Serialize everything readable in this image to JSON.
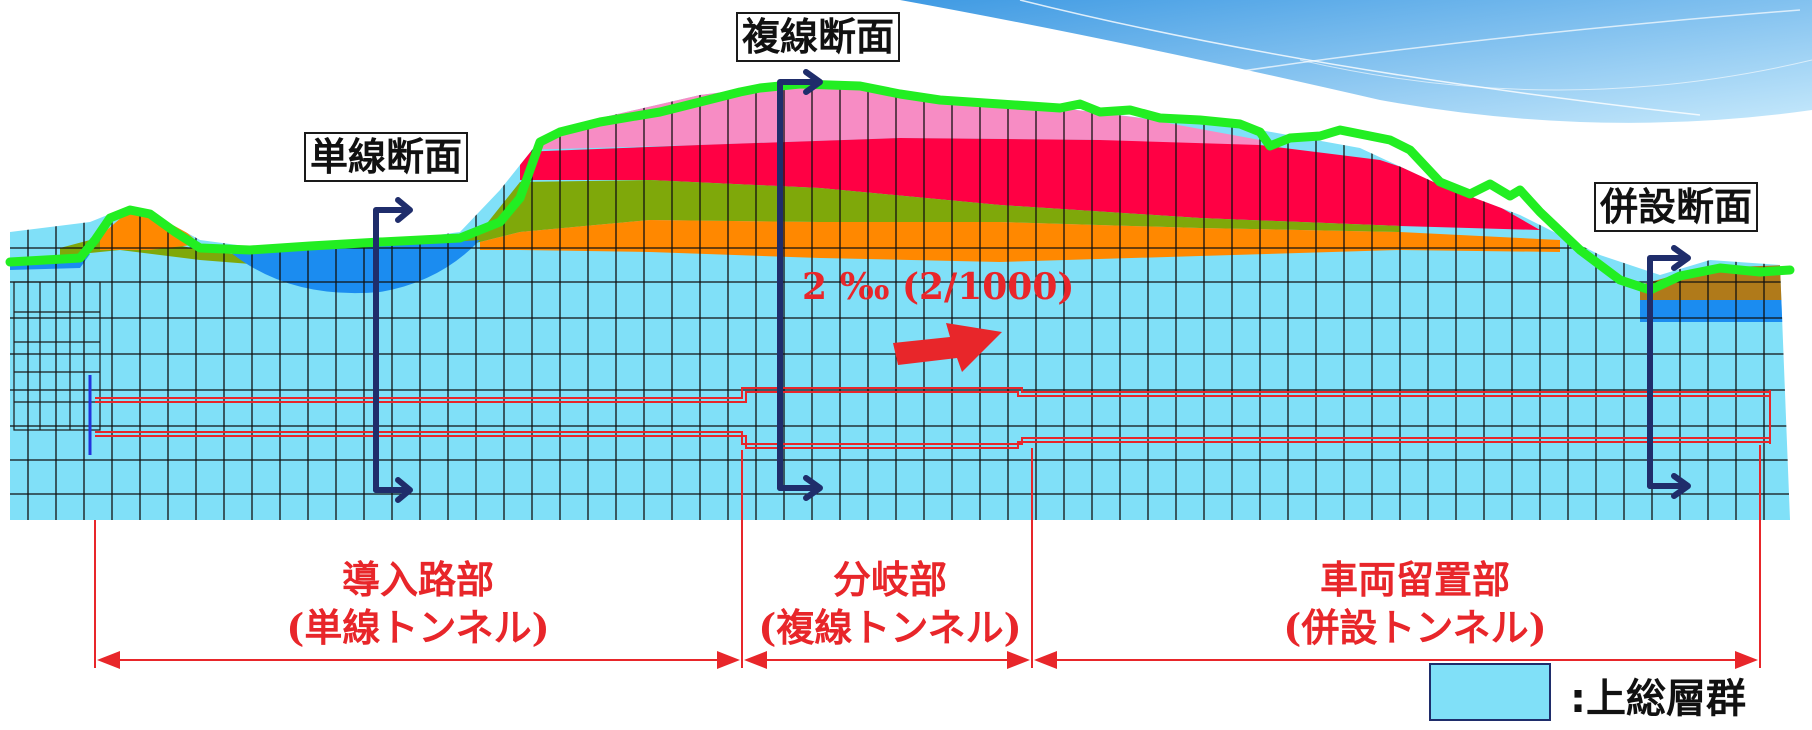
{
  "sections": {
    "single_track": "単線断面",
    "double_track": "複線断面",
    "parallel": "併設断面"
  },
  "gradient": {
    "label": "2 ‰ (2/1000)"
  },
  "zones": [
    {
      "name": "導入路部",
      "sub": "(単線トンネル)"
    },
    {
      "name": "分岐部",
      "sub": "(複線トンネル)"
    },
    {
      "name": "車両留置部",
      "sub": "(併設トンネル)"
    }
  ],
  "legend": {
    "label": ":上総層群",
    "color": "#80e0f8"
  },
  "colors": {
    "ground_base": "#80e0f8",
    "surface_line": "#22ee22",
    "tunnel_line": "#e8262a",
    "section_arrow": "#1f2d6b",
    "layer_pink": "#f78cc4",
    "layer_red": "#ff0044",
    "layer_olive": "#7fa80a",
    "layer_orange": "#ff8800",
    "layer_blue": "#1b8cf0"
  }
}
